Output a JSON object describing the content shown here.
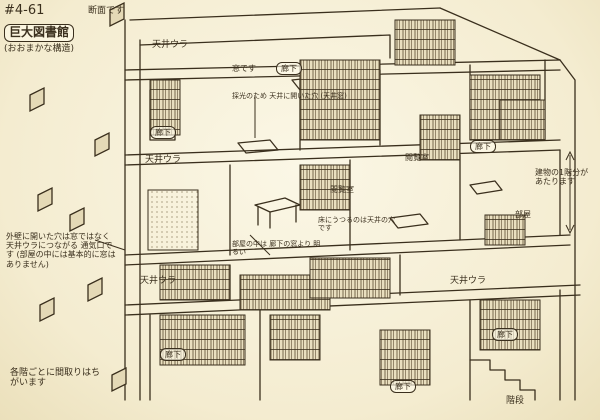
{
  "sheet": {
    "number": "#4-61",
    "title": "巨大図書館",
    "subtitle": "(おおまかな構造)"
  },
  "labels": {
    "section_view": "断面です",
    "hallway": "廊下",
    "atrium": "天井ウラ",
    "stairs": "階段",
    "room": "部屋",
    "reading_room": "閲覧室",
    "window": "窓です",
    "lighting_note": "採光のため 天井に開いた穴 (天井窓)",
    "floor_hole_note": "床にうつるのは天井の穴です",
    "partition_note": "部屋の中は 廊下の窓より 明るい",
    "exterior_note": "外壁に開いた穴は窓ではなく 天井ウラにつながる 通気口です (部屋の中には基本的に窓はありません)",
    "floor_layout_note": "各階ごとに間取りはちがいます",
    "building_note": "建物の1階分があたります"
  },
  "colors": {
    "ink": "#3a2f1d",
    "paper": "#f6f0d6",
    "shade": "#cfc3a0"
  }
}
